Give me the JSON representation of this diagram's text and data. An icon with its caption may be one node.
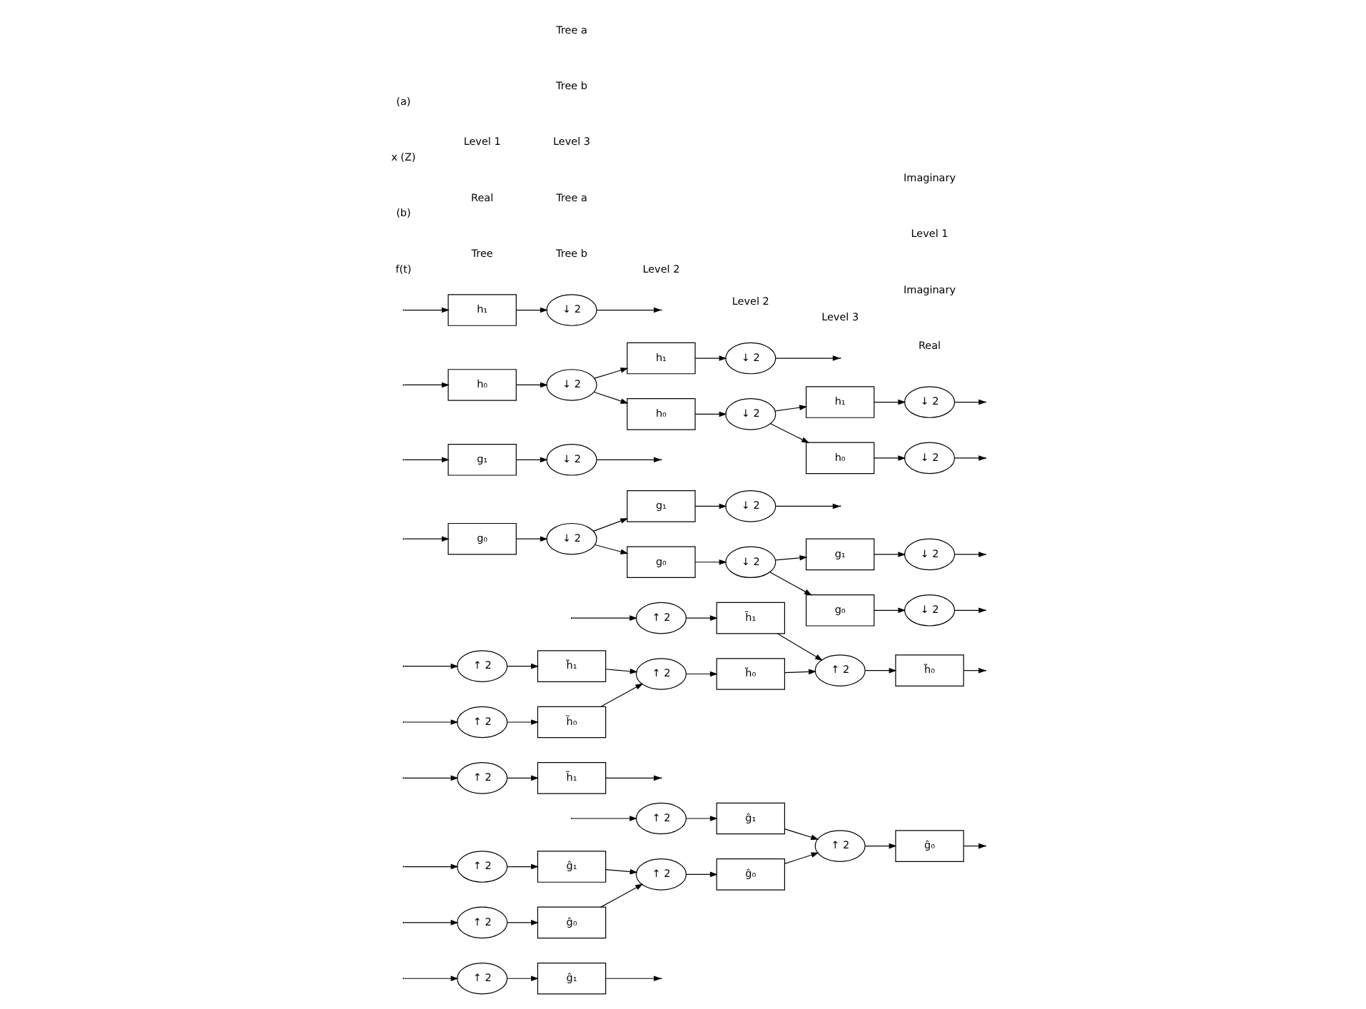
{
  "diagram": {
    "nodes": [
      {
        "text": [
          "h₀"
        ]
      },
      {
        "text": [
          "↓ 2"
        ]
      },
      {
        "text": [
          "h₁"
        ]
      },
      {
        "text": [
          "↓ 2"
        ]
      },
      {
        "text": [
          "h₀"
        ]
      },
      {
        "text": [
          "↓ 2"
        ]
      },
      {
        "text": [
          "h₁"
        ]
      },
      {
        "text": [
          "↓ 2"
        ]
      },
      {
        "text": [
          "h₀"
        ]
      },
      {
        "text": [
          "↓ 2"
        ]
      },
      {
        "text": [
          "h₁"
        ]
      },
      {
        "text": [
          "↓ 2"
        ]
      },
      {
        "text": [
          "g₀"
        ]
      },
      {
        "text": [
          "↓ 2"
        ]
      },
      {
        "text": [
          "g₁"
        ]
      },
      {
        "text": [
          "↓ 2"
        ]
      },
      {
        "text": [
          "g₀"
        ]
      },
      {
        "text": [
          "↓ 2"
        ]
      },
      {
        "text": [
          "g₁"
        ]
      },
      {
        "text": [
          "↓ 2"
        ]
      },
      {
        "text": [
          "g₀"
        ]
      },
      {
        "text": [
          "↓ 2"
        ]
      },
      {
        "text": [
          "g₁"
        ]
      },
      {
        "text": [
          "↓ 2"
        ]
      },
      {
        "text": [
          "↑ 2"
        ]
      },
      {
        "text": [
          "h̃₀"
        ]
      },
      {
        "text": [
          "↑ 2"
        ]
      },
      {
        "text": [
          "h̃₁"
        ]
      },
      {
        "text": [
          "↑ 2"
        ]
      },
      {
        "text": [
          "h̃₀"
        ]
      },
      {
        "text": [
          "↑ 2"
        ]
      },
      {
        "text": [
          "h̃₁"
        ]
      },
      {
        "text": [
          "↑ 2"
        ]
      },
      {
        "text": [
          "h̃₀"
        ]
      },
      {
        "text": [
          "↑ 2"
        ]
      },
      {
        "text": [
          "h̃₁"
        ]
      },
      {
        "text": [
          "↑ 2"
        ]
      },
      {
        "text": [
          "ĝ₀"
        ]
      },
      {
        "text": [
          "↑ 2"
        ]
      },
      {
        "text": [
          "ĝ₁"
        ]
      },
      {
        "text": [
          "↑ 2"
        ]
      },
      {
        "text": [
          "ĝ₀"
        ]
      },
      {
        "text": [
          "↑ 2"
        ]
      },
      {
        "text": [
          "ĝ₁"
        ]
      },
      {
        "text": [
          "↑ 2"
        ]
      },
      {
        "text": [
          "ĝ₀"
        ]
      },
      {
        "text": [
          "↑ 2"
        ]
      },
      {
        "text": [
          "ĝ₁"
        ]
      }
    ],
    "edges": [
      {
        "from": null,
        "to": 0,
        "arrow": "to"
      },
      {
        "from": null,
        "to": 2,
        "arrow": "to"
      },
      {
        "from": null,
        "to": 12,
        "arrow": "to"
      },
      {
        "from": null,
        "to": 14,
        "arrow": "to"
      },
      {
        "from": 0,
        "to": 1,
        "arrow": "to"
      },
      {
        "from": 2,
        "to": 3,
        "arrow": "to"
      },
      {
        "from": 3,
        "to": null,
        "arrow": "to"
      },
      {
        "from": 1,
        "to": 4,
        "arrow": "to"
      },
      {
        "from": 1,
        "to": 6,
        "arrow": "to"
      },
      {
        "from": 4,
        "to": 5,
        "arrow": "to"
      },
      {
        "from": 6,
        "to": 7,
        "arrow": "to"
      },
      {
        "from": 7,
        "to": null,
        "arrow": "to"
      },
      {
        "from": 5,
        "to": 8,
        "arrow": "to"
      },
      {
        "from": 5,
        "to": 10,
        "arrow": "to"
      },
      {
        "from": 8,
        "to": 9,
        "arrow": "to"
      },
      {
        "from": 9,
        "to": null,
        "arrow": "to"
      },
      {
        "from": 10,
        "to": 11,
        "arrow": "to"
      },
      {
        "from": 11,
        "to": null,
        "arrow": "to"
      },
      {
        "from": 12,
        "to": 13,
        "arrow": "to"
      },
      {
        "from": 14,
        "to": 15,
        "arrow": "to"
      },
      {
        "from": 15,
        "to": null,
        "arrow": "to"
      },
      {
        "from": 13,
        "to": 16,
        "arrow": "to"
      },
      {
        "from": 13,
        "to": 18,
        "arrow": "to"
      },
      {
        "from": 16,
        "to": 17,
        "arrow": "to"
      },
      {
        "from": 18,
        "to": 19,
        "arrow": "to"
      },
      {
        "from": 19,
        "to": null,
        "arrow": "to"
      },
      {
        "from": 17,
        "to": 20,
        "arrow": "to"
      },
      {
        "from": 17,
        "to": 22,
        "arrow": "to"
      },
      {
        "from": 20,
        "to": 21,
        "arrow": "to"
      },
      {
        "from": 21,
        "to": null,
        "arrow": "to"
      },
      {
        "from": 22,
        "to": 23,
        "arrow": "to"
      },
      {
        "from": 23,
        "to": null,
        "arrow": "to"
      },
      {
        "from": null,
        "to": 24,
        "arrow": "to"
      },
      {
        "from": 24,
        "to": 25,
        "arrow": "to"
      },
      {
        "from": null,
        "to": 26,
        "arrow": "to"
      },
      {
        "from": 26,
        "to": 27,
        "arrow": "to"
      },
      {
        "from": 25,
        "to": 28,
        "arrow": "to"
      },
      {
        "from": 27,
        "to": 28,
        "arrow": "to"
      },
      {
        "from": 28,
        "to": 29,
        "arrow": "to"
      },
      {
        "from": null,
        "to": 30,
        "arrow": "to"
      },
      {
        "from": 30,
        "to": 31,
        "arrow": "to"
      },
      {
        "from": 29,
        "to": 32,
        "arrow": "to"
      },
      {
        "from": 31,
        "to": 32,
        "arrow": "to"
      },
      {
        "from": 32,
        "to": 33,
        "arrow": "to"
      },
      {
        "from": null,
        "to": 34,
        "arrow": "to"
      },
      {
        "from": 34,
        "to": 35,
        "arrow": "to"
      },
      {
        "from": 33,
        "to": null,
        "arrow": "to"
      },
      {
        "from": 35,
        "to": null,
        "arrow": "to"
      },
      {
        "from": null,
        "to": 36,
        "arrow": "to"
      },
      {
        "from": 36,
        "to": 37,
        "arrow": "to"
      },
      {
        "from": null,
        "to": 38,
        "arrow": "to"
      },
      {
        "from": 38,
        "to": 39,
        "arrow": "to"
      },
      {
        "from": 37,
        "to": 40,
        "arrow": "to"
      },
      {
        "from": 39,
        "to": 40,
        "arrow": "to"
      },
      {
        "from": 40,
        "to": 41,
        "arrow": "to"
      },
      {
        "from": null,
        "to": 42,
        "arrow": "to"
      },
      {
        "from": 42,
        "to": 43,
        "arrow": "to"
      },
      {
        "from": 41,
        "to": 44,
        "arrow": "to"
      },
      {
        "from": 43,
        "to": 44,
        "arrow": "to"
      },
      {
        "from": 44,
        "to": 45,
        "arrow": "to"
      },
      {
        "from": null,
        "to": 46,
        "arrow": "to"
      },
      {
        "from": 46,
        "to": 47,
        "arrow": "to"
      },
      {
        "from": 45,
        "to": null,
        "arrow": "to"
      },
      {
        "from": 47,
        "to": null,
        "arrow": "to"
      }
    ],
    "labels": [
      "(a)",
      "Level 1",
      "Level 2",
      "Level 3",
      "Real",
      "Tree a",
      "x (Z)",
      "Tree b",
      "Tree",
      "Imaginary",
      "(b)",
      "Level 3",
      "Level 2",
      "Level 1",
      "Imaginary",
      "Tree a",
      "f(t)",
      "Real",
      "Tree b"
    ]
  }
}
